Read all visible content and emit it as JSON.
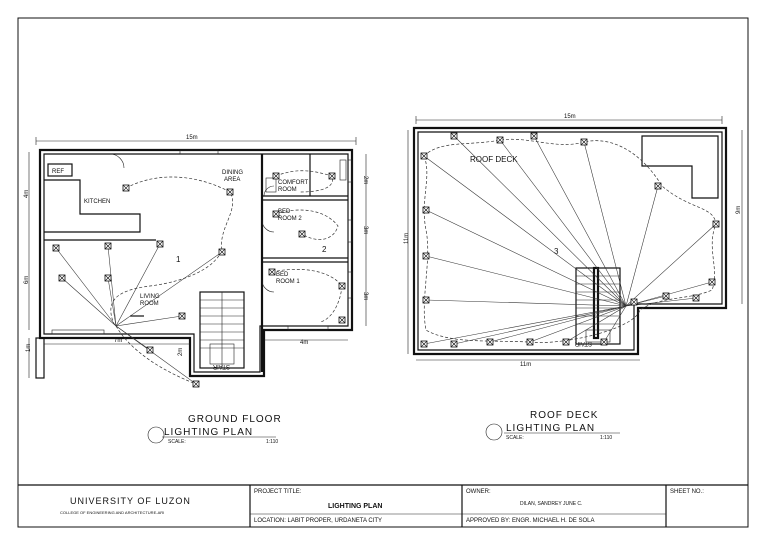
{
  "ground_floor": {
    "dim_top": "15m",
    "dim_left_upper": "4m",
    "dim_left_lower": "6m",
    "dim_bottom_left": "7m",
    "dim_bottom_mid": "2m",
    "dim_bottom_right": "4m",
    "dim_right_1": "2m",
    "dim_right_2": "3m",
    "dim_right_3": "3m",
    "dim_small": "1m",
    "rooms": {
      "ref": "REF",
      "kitchen": "KITCHEN",
      "dining": "DINING\nAREA",
      "comfort": "COMFORT\nROOM",
      "bed2": "BED\nROOM 2",
      "bed1": "BED\nROOM 1",
      "living": "LIVING\nROOM",
      "stair": "STAIR"
    },
    "circuit_1": "1",
    "circuit_2": "2",
    "title_line1": "GROUND  FLOOR",
    "title_line2": "LIGHTING  PLAN",
    "scale_label": "SCALE:",
    "scale_value": "1:110"
  },
  "roof_deck": {
    "dim_top": "15m",
    "dim_left": "11m",
    "dim_right": "9m",
    "dim_bottom": "11m",
    "room_label": "ROOF DECK",
    "stair": "STAIR",
    "circuit_3": "3",
    "title_line1": "ROOF  DECK",
    "title_line2": "LIGHTING  PLAN",
    "scale_label": "SCALE:",
    "scale_value": "1:110"
  },
  "title_block": {
    "school": "UNIVERSITY  OF  LUZON",
    "college": "COLLEGE OF ENGINEERING AND ARCHITECTURE-ARI",
    "project_title_label": "PROJECT TITLE:",
    "project_title": "LIGHTING PLAN",
    "location": "LOCATION:  LABIT PROPER,  URDANETA CITY",
    "owner_label": "OWNER:",
    "owner": "DILAN, SANDREY JUNE C.",
    "approved": "APPROVED BY:    ENGR. MICHAEL H. DE SOLA",
    "sheet_label": "SHEET NO.:"
  }
}
